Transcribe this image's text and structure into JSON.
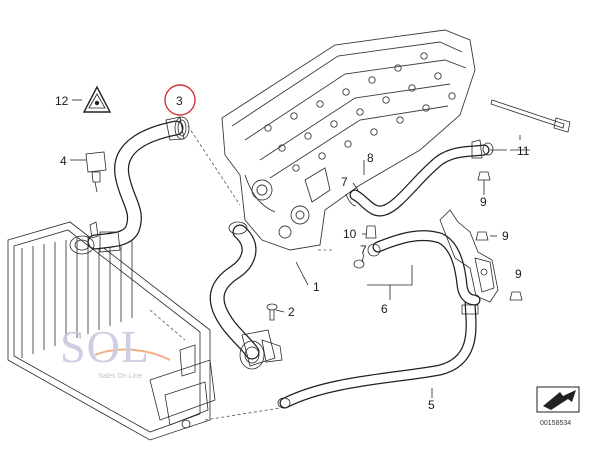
{
  "callouts": {
    "c1": "1",
    "c2": "2",
    "c3": "3",
    "c4": "4",
    "c5": "5",
    "c6": "6",
    "c7a": "7",
    "c7b": "7",
    "c8": "8",
    "c9a": "9",
    "c9b": "9",
    "c9c": "9",
    "c10": "10",
    "c11": "11",
    "c12": "12"
  },
  "logo": {
    "main": "SOL",
    "sub": "Sales On Line"
  },
  "diagram_ref": "00158534",
  "colors": {
    "highlight_circle": "#d0343a",
    "logo": "#c9c8df"
  },
  "icons": {
    "coolant_warning": "warning-triangle-icon",
    "direction": "arrow-box-icon"
  }
}
